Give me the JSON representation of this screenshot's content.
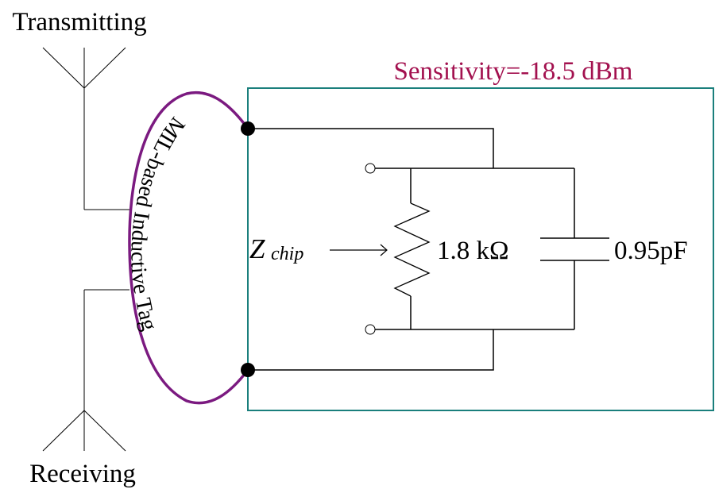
{
  "labels": {
    "transmitting": "Transmitting",
    "receiving": "Receiving",
    "sensitivity": "Sensitivity=-18.5 dBm",
    "tag": "MIL-based Inductive Tag",
    "z_main": "Z",
    "z_sub": "chip",
    "resistance": "1.8 kΩ",
    "capacitance": "0.95pF"
  },
  "colors": {
    "wire": "#000000",
    "loop": "#7b1a80",
    "box": "#1a7f7c",
    "sensitivity_text": "#a3114f"
  },
  "components": {
    "resistor": {
      "value": 1.8,
      "unit": "kΩ"
    },
    "capacitor": {
      "value": 0.95,
      "unit": "pF"
    },
    "chip_sensitivity": {
      "value": -18.5,
      "unit": "dBm"
    }
  }
}
